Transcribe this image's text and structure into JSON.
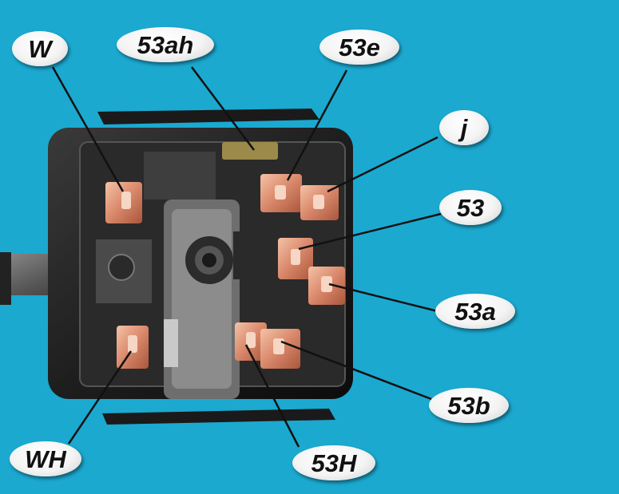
{
  "image": {
    "subject": "combination switch terminal block",
    "background_color": "#1ba9d0"
  },
  "labels": {
    "w": "W",
    "ah53": "53ah",
    "e53": "53e",
    "j": "j",
    "t53": "53",
    "a53": "53a",
    "b53": "53b",
    "wh": "WH",
    "h53": "53H"
  }
}
